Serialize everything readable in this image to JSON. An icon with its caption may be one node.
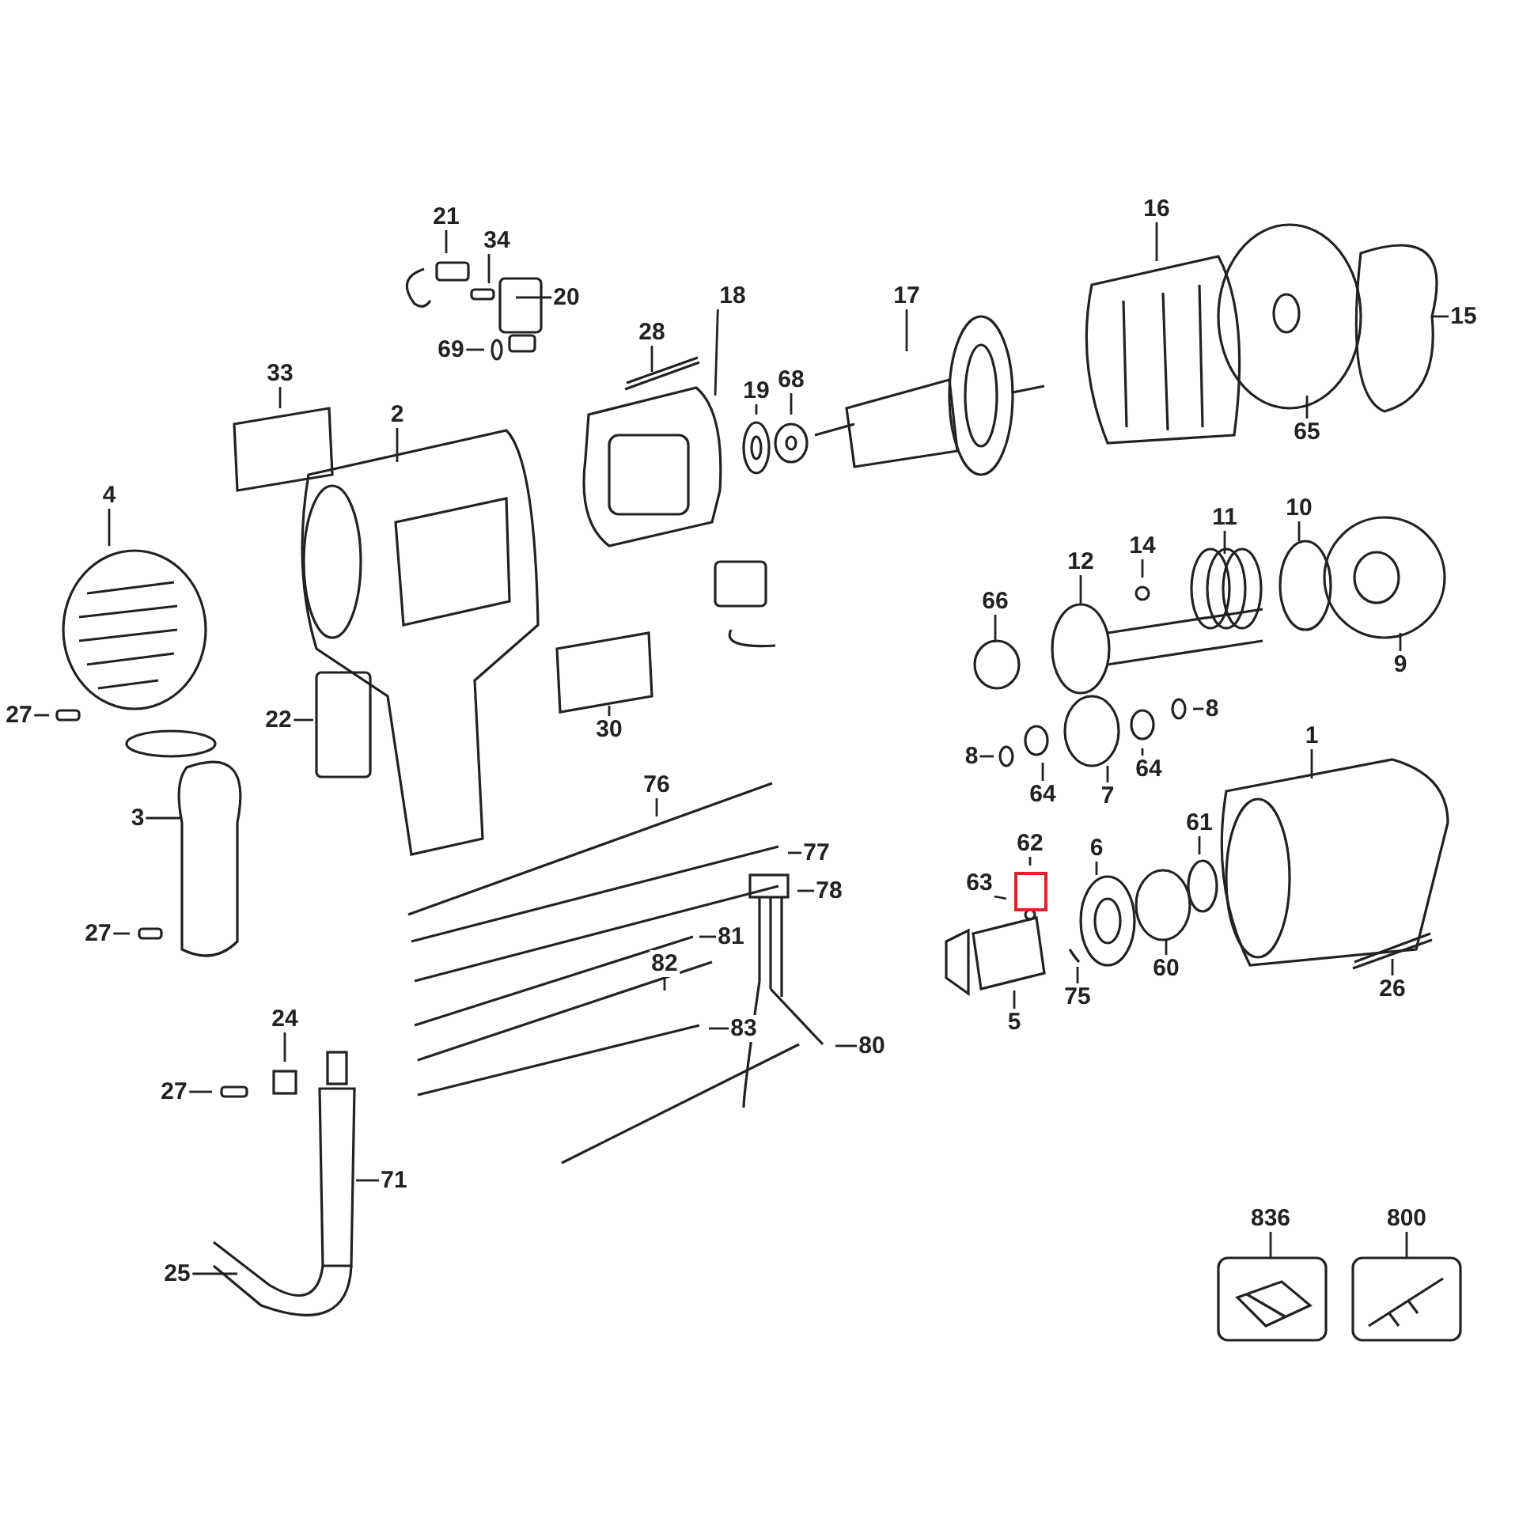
{
  "diagram": {
    "nodes": [
      {
        "text": [
          "21"
        ]
      },
      {
        "text": [
          "34"
        ]
      },
      {
        "text": [
          "20"
        ]
      },
      {
        "text": [
          "69"
        ]
      },
      {
        "text": [
          "28"
        ]
      },
      {
        "text": [
          "18"
        ]
      },
      {
        "text": [
          "19"
        ]
      },
      {
        "text": [
          "68"
        ]
      },
      {
        "text": [
          "17"
        ]
      },
      {
        "text": [
          "16"
        ]
      },
      {
        "text": [
          "15"
        ]
      },
      {
        "text": [
          "65"
        ]
      },
      {
        "text": [
          "33"
        ]
      },
      {
        "text": [
          "2"
        ]
      },
      {
        "text": [
          "4"
        ]
      },
      {
        "text": [
          "27"
        ]
      },
      {
        "text": [
          "22"
        ]
      },
      {
        "text": [
          "30"
        ]
      },
      {
        "text": [
          "3"
        ]
      },
      {
        "text": [
          "14"
        ]
      },
      {
        "text": [
          "12"
        ]
      },
      {
        "text": [
          "11"
        ]
      },
      {
        "text": [
          "10"
        ]
      },
      {
        "text": [
          "9"
        ]
      },
      {
        "text": [
          "66"
        ]
      },
      {
        "text": [
          "8"
        ]
      },
      {
        "text": [
          "8"
        ]
      },
      {
        "text": [
          "64"
        ]
      },
      {
        "text": [
          "7"
        ]
      },
      {
        "text": [
          "64"
        ]
      },
      {
        "text": [
          "1"
        ]
      },
      {
        "text": [
          "62"
        ]
      },
      {
        "text": [
          "63"
        ]
      },
      {
        "text": [
          "6"
        ]
      },
      {
        "text": [
          "61"
        ]
      },
      {
        "text": [
          "5"
        ]
      },
      {
        "text": [
          "75"
        ]
      },
      {
        "text": [
          "60"
        ]
      },
      {
        "text": [
          "26"
        ]
      },
      {
        "text": [
          "27"
        ]
      },
      {
        "text": [
          "76"
        ]
      },
      {
        "text": [
          "77"
        ]
      },
      {
        "text": [
          "78"
        ]
      },
      {
        "text": [
          "81"
        ]
      },
      {
        "text": [
          "82"
        ]
      },
      {
        "text": [
          "83"
        ]
      },
      {
        "text": [
          "80"
        ]
      },
      {
        "text": [
          "24"
        ]
      },
      {
        "text": [
          "27"
        ]
      },
      {
        "text": [
          "71"
        ]
      },
      {
        "text": [
          "25"
        ]
      },
      {
        "text": [
          "836"
        ]
      },
      {
        "text": [
          "800"
        ]
      }
    ],
    "edges": [
      {
        "from": 0,
        "to": null,
        "arrow": "none"
      },
      {
        "from": 1,
        "to": null,
        "arrow": "none"
      },
      {
        "from": 2,
        "to": null,
        "arrow": "none"
      },
      {
        "from": 3,
        "to": null,
        "arrow": "none"
      },
      {
        "from": 4,
        "to": null,
        "arrow": "none"
      },
      {
        "from": 5,
        "to": null,
        "arrow": "none"
      },
      {
        "from": 6,
        "to": null,
        "arrow": "none"
      },
      {
        "from": 7,
        "to": null,
        "arrow": "none"
      },
      {
        "from": 8,
        "to": null,
        "arrow": "none"
      },
      {
        "from": 9,
        "to": null,
        "arrow": "none"
      },
      {
        "from": 10,
        "to": null,
        "arrow": "none"
      },
      {
        "from": 11,
        "to": null,
        "arrow": "none"
      },
      {
        "from": 12,
        "to": null,
        "arrow": "none"
      },
      {
        "from": 13,
        "to": null,
        "arrow": "none"
      },
      {
        "from": 14,
        "to": null,
        "arrow": "none"
      },
      {
        "from": 15,
        "to": null,
        "arrow": "none"
      },
      {
        "from": 16,
        "to": null,
        "arrow": "none"
      },
      {
        "from": 17,
        "to": null,
        "arrow": "none"
      },
      {
        "from": 18,
        "to": null,
        "arrow": "none"
      },
      {
        "from": 19,
        "to": null,
        "arrow": "none"
      },
      {
        "from": 20,
        "to": null,
        "arrow": "none"
      },
      {
        "from": 21,
        "to": null,
        "arrow": "none"
      },
      {
        "from": 22,
        "to": null,
        "arrow": "none"
      },
      {
        "from": 23,
        "to": null,
        "arrow": "none"
      },
      {
        "from": 24,
        "to": null,
        "arrow": "none"
      },
      {
        "from": 25,
        "to": null,
        "arrow": "none"
      },
      {
        "from": 26,
        "to": null,
        "arrow": "none"
      },
      {
        "from": 27,
        "to": null,
        "arrow": "none"
      },
      {
        "from": 28,
        "to": null,
        "arrow": "none"
      },
      {
        "from": 29,
        "to": null,
        "arrow": "none"
      },
      {
        "from": 30,
        "to": null,
        "arrow": "none"
      },
      {
        "from": 31,
        "to": null,
        "arrow": "none"
      },
      {
        "from": 32,
        "to": null,
        "arrow": "none"
      },
      {
        "from": 33,
        "to": null,
        "arrow": "none"
      },
      {
        "from": 34,
        "to": null,
        "arrow": "none"
      },
      {
        "from": 35,
        "to": null,
        "arrow": "none"
      },
      {
        "from": 36,
        "to": null,
        "arrow": "none"
      },
      {
        "from": 37,
        "to": null,
        "arrow": "none"
      },
      {
        "from": 38,
        "to": null,
        "arrow": "none"
      },
      {
        "from": 39,
        "to": null,
        "arrow": "none"
      },
      {
        "from": 40,
        "to": null,
        "arrow": "none"
      },
      {
        "from": 41,
        "to": null,
        "arrow": "none"
      },
      {
        "from": 42,
        "to": null,
        "arrow": "none"
      },
      {
        "from": 43,
        "to": null,
        "arrow": "none"
      },
      {
        "from": 44,
        "to": null,
        "arrow": "none"
      },
      {
        "from": 45,
        "to": null,
        "arrow": "none"
      },
      {
        "from": 46,
        "to": null,
        "arrow": "none"
      },
      {
        "from": 47,
        "to": null,
        "arrow": "none"
      },
      {
        "from": 48,
        "to": null,
        "arrow": "none"
      },
      {
        "from": 49,
        "to": null,
        "arrow": "none"
      },
      {
        "from": 50,
        "to": null,
        "arrow": "none"
      },
      {
        "from": 51,
        "to": null,
        "arrow": "none"
      },
      {
        "from": 52,
        "to": null,
        "arrow": "none"
      }
    ]
  }
}
